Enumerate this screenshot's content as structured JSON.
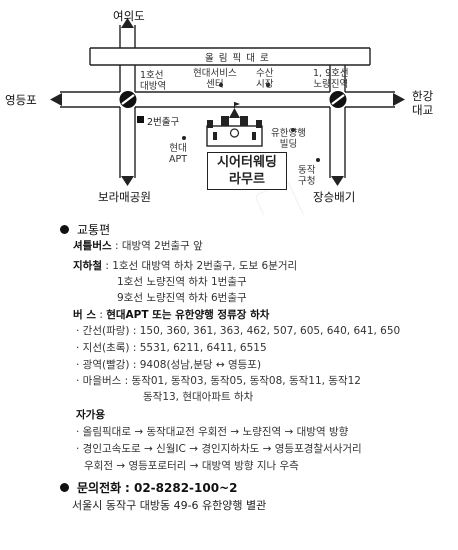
{
  "map": {
    "top_label": "여의도",
    "olympic_road": "올 림 픽 대 로",
    "left_label": "영등포",
    "right_label_1": "한강",
    "right_label_2": "대교",
    "bottom_left": "보라매공원",
    "bottom_right": "장승배기",
    "station_1_line1": "1호선",
    "station_1_line2": "대방역",
    "hyundai_service_1": "현대서비스",
    "hyundai_service_2": "센터",
    "market_1": "수산",
    "market_2": "시장",
    "station_2_line1": "1, 9호선",
    "station_2_line2": "노량진역",
    "exit_label": "2번출구",
    "hyundai_apt_1": "현대",
    "hyundai_apt_2": "APT",
    "yuhan_1": "유한양행",
    "yuhan_2": "빌딩",
    "office_1": "동작",
    "office_2": "구청",
    "theater_line1": "시어터웨딩",
    "theater_line2": "라무르"
  },
  "transport": {
    "title": "교통편",
    "shuttle_label": "셔틀버스",
    "shuttle_text": "대방역 2번출구 앞",
    "subway_label": "지하철",
    "subway_1": "1호선 대방역 하차 2번출구, 도보 6분거리",
    "subway_2": "1호선 노량진역 하차 1번출구",
    "subway_3": "9호선 노량진역 하차 6번출구",
    "bus_label": "버  스",
    "bus_text": "현대APT 또는 유한양행 정류장 하차",
    "bus_main": "· 간선(파랑) : 150, 360, 361, 363, 462, 507, 605, 640, 641, 650",
    "bus_branch": "· 지선(초록) : 5531, 6211, 6411, 6515",
    "bus_wide": "· 광역(빨강) : 9408(성남,분당 ↔ 영등포)",
    "bus_village_1": "· 마을버스 : 동작01, 동작03, 동작05, 동작08, 동작11, 동작12",
    "bus_village_2": "동작13, 현대아파트 하차",
    "car_label": "자가용",
    "car_1": "· 올림픽대로 → 동작대교전 우회전 → 노량진역 → 대방역 방향",
    "car_2": "· 경인고속도로 → 신월IC → 경인지하차도 → 영등포경찰서사거리",
    "car_3": "우회전 → 영등포로터리 → 대방역 방향 지나 우측"
  },
  "contact": {
    "title": "문의전화",
    "phone": ": 02-8282-100~2",
    "address": "서울시 동작구 대방동 49-6 유한양행 별관"
  }
}
